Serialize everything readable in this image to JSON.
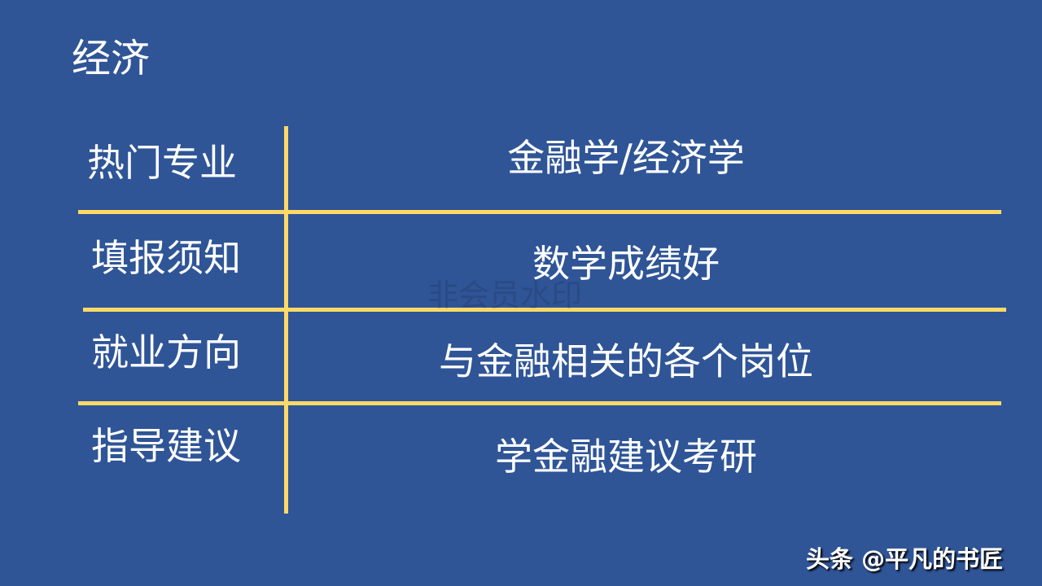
{
  "slide": {
    "title": "经济",
    "rows": [
      {
        "label": "热门专业",
        "value": "金融学/经济学"
      },
      {
        "label": "填报须知",
        "value": "数学成绩好"
      },
      {
        "label": "就业方向",
        "value": "与金融相关的各个岗位"
      },
      {
        "label": "指导建议",
        "value": "学金融建议考研"
      }
    ],
    "watermark": "非会员水印",
    "credit": "头条 @平凡的书匠",
    "colors": {
      "background": "#2F5597",
      "accent": "#FFD966",
      "text": "#FFFFFF"
    }
  }
}
